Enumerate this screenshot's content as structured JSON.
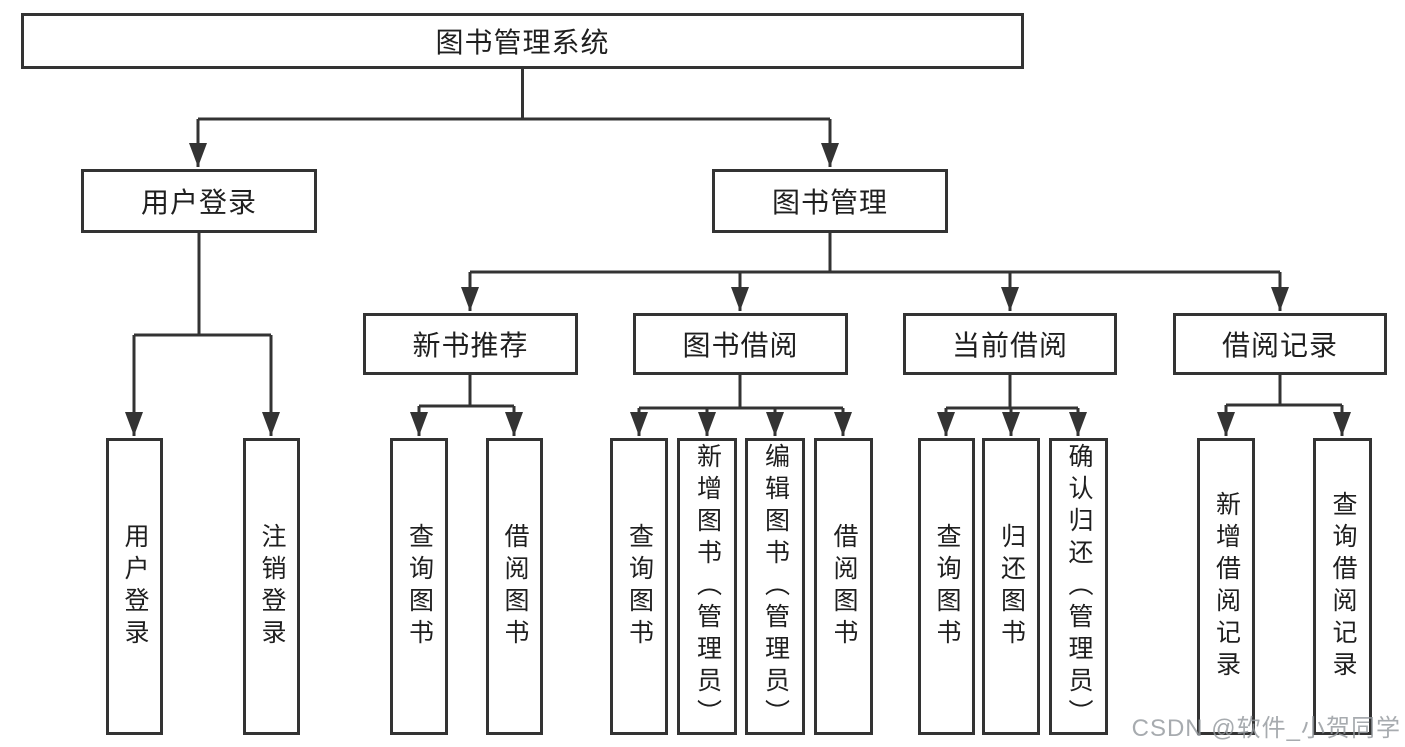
{
  "tree": {
    "label": "图书管理系统",
    "children": [
      {
        "label": "用户登录",
        "children": [
          {
            "label": "用户登录"
          },
          {
            "label": "注销登录"
          }
        ]
      },
      {
        "label": "图书管理",
        "children": [
          {
            "label": "新书推荐",
            "children": [
              {
                "label": "查询图书"
              },
              {
                "label": "借阅图书"
              }
            ]
          },
          {
            "label": "图书借阅",
            "children": [
              {
                "label": "查询图书"
              },
              {
                "label": "新增图书（管理员）"
              },
              {
                "label": "编辑图书（管理员）"
              },
              {
                "label": "借阅图书"
              }
            ]
          },
          {
            "label": "当前借阅",
            "children": [
              {
                "label": "查询图书"
              },
              {
                "label": "归还图书"
              },
              {
                "label": "确认归还（管理员）"
              }
            ]
          },
          {
            "label": "借阅记录",
            "children": [
              {
                "label": "新增借阅记录"
              },
              {
                "label": "查询借阅记录"
              }
            ]
          }
        ]
      }
    ]
  },
  "watermark": "CSDN @软件_小贺同学",
  "colors": {
    "line": "#333333",
    "box_border": "#333333",
    "box_fill": "#ffffff",
    "text": "#1f1f1f",
    "background": "#ffffff",
    "watermark": "#94989e"
  }
}
